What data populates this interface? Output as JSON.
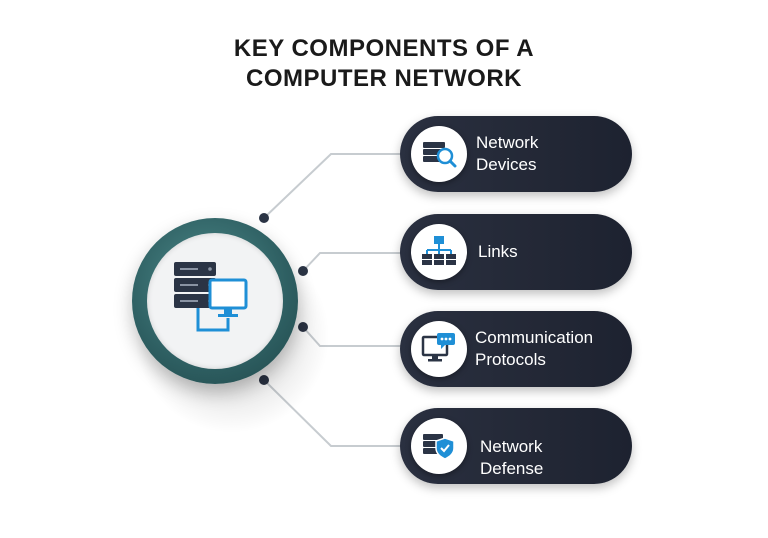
{
  "title": {
    "line1": "KEY COMPONENTS OF A",
    "line2": "COMPUTER NETWORK"
  },
  "hub": {
    "icon": "server-monitor-icon"
  },
  "items": [
    {
      "label": "Network\nDevices",
      "icon": "server-search-icon"
    },
    {
      "label": "Links",
      "icon": "network-hierarchy-icon"
    },
    {
      "label": "Communication\nProtocols",
      "icon": "monitor-chat-icon"
    },
    {
      "label": "Network\nDefense",
      "icon": "server-shield-icon"
    }
  ],
  "colors": {
    "pill": "#232836",
    "accent": "#1f8fd6",
    "ring": "#2e5f62",
    "connector": "#c7ccd0",
    "dot": "#2b3445"
  }
}
